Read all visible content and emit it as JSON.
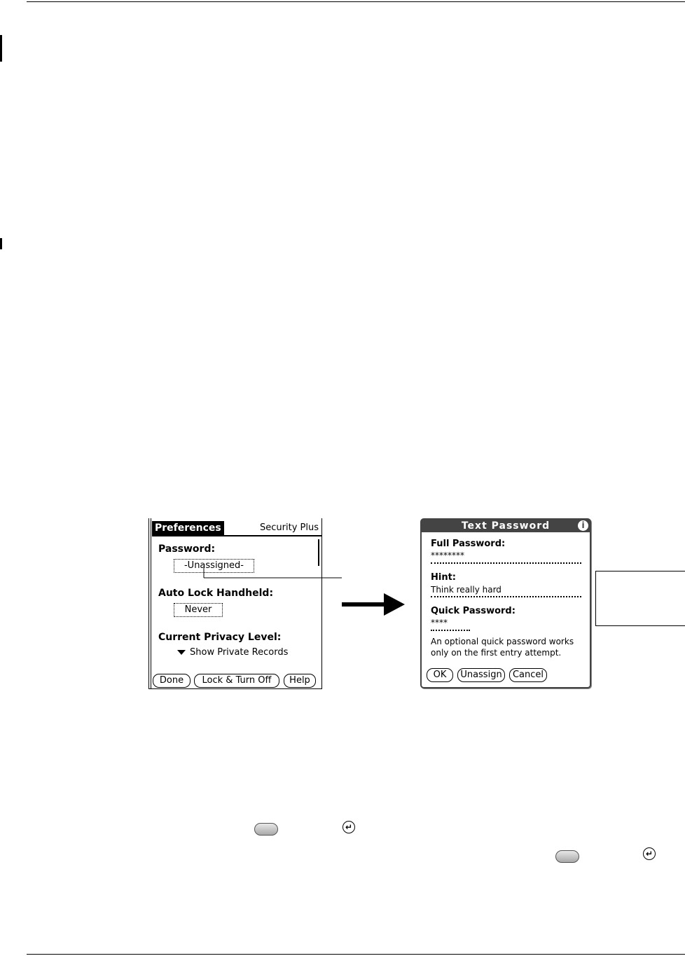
{
  "preferences_screen": {
    "title": "Preferences",
    "panel": "Security Plus",
    "password_label": "Password:",
    "password_value": "-Unassigned-",
    "auto_lock_label": "Auto Lock Handheld:",
    "auto_lock_value": "Never",
    "privacy_label": "Current Privacy Level:",
    "privacy_value": "Show Private Records",
    "buttons": {
      "done": "Done",
      "lock": "Lock & Turn Off",
      "help": "Help"
    }
  },
  "password_dialog": {
    "title": "Text Password",
    "info_glyph": "i",
    "full_password_label": "Full Password:",
    "full_password_value": "********",
    "hint_label": "Hint:",
    "hint_value": "Think really hard",
    "quick_password_label": "Quick Password:",
    "quick_password_value": "****",
    "note": "An optional quick password works only on the first entry attempt.",
    "buttons": {
      "ok": "OK",
      "unassign": "Unassign",
      "cancel": "Cancel"
    }
  },
  "icons": {
    "flow_arrow": "arrow-right-icon",
    "keypad_button": "rounded-hardware-button-icon",
    "enter_key": "enter-key-icon",
    "enter_glyph": "↵"
  },
  "colors": {
    "dialog_title_bg": "#444444",
    "title_tab_bg": "#000000"
  }
}
